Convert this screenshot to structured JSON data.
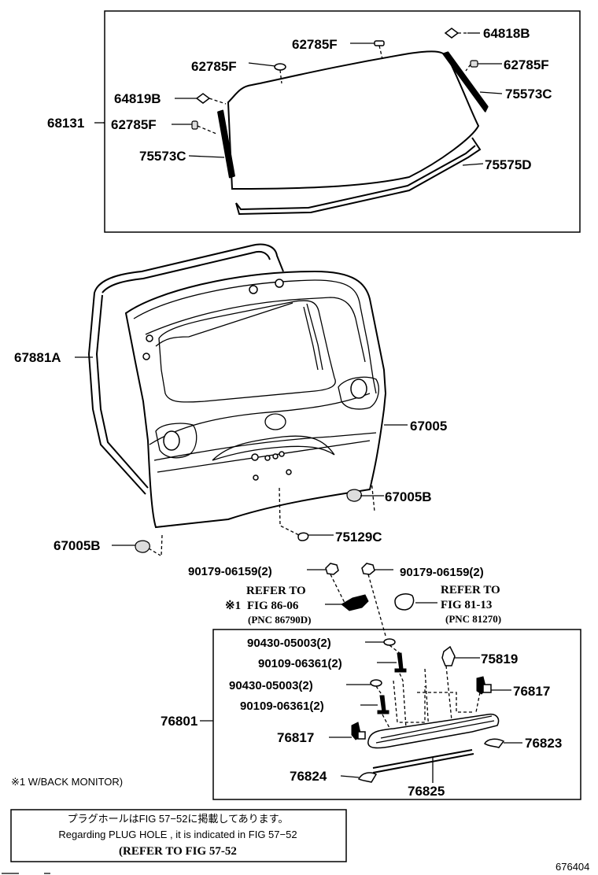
{
  "top_box": {
    "labels": {
      "glass_assy": "68131",
      "clip_top": "62785F",
      "clip_left_top": "62785F",
      "clip_right": "62785F",
      "clip_left": "62785F",
      "stopper_right": "64818B",
      "stopper_left": "64819B",
      "molding_right": "75573C",
      "molding_left": "75573C",
      "molding_lower": "75575D"
    }
  },
  "door": {
    "labels": {
      "weatherstrip": "67881A",
      "back_door_panel": "67005",
      "cushion_right": "67005B",
      "cushion_left": "67005B",
      "plug": "75129C"
    }
  },
  "bolt_left": "90179-06159(2)",
  "bolt_right": "90179-06159(2)",
  "refer_left": {
    "line1": "REFER TO",
    "mark": "※1",
    "line2": "FIG 86-06",
    "line3": "(PNC 86790D)"
  },
  "refer_right": {
    "line1": "REFER TO",
    "line2": "FIG 81-13",
    "line3": "(PNC 81270)"
  },
  "lamp_box": {
    "labels": {
      "washer_1": "90430-05003(2)",
      "screw_1": "90109-06361(2)",
      "washer_2": "90430-05003(2)",
      "screw_2": "90109-06361(2)",
      "lamp_assy": "76801",
      "clip_a": "75819",
      "clip_b": "76817",
      "clip_c": "76817",
      "end_cap_right": "76823",
      "end_cap_left": "76824",
      "garnish": "76825"
    }
  },
  "footnote": "※1 W/BACK MONITOR)",
  "plug_note": {
    "jp": "プラグホールはFIG 57−52に掲載してあります。",
    "en": "Regarding  PLUG  HOLE , it is indicated in FIG  57−52",
    "ref": "(REFER  TO  FIG  57-52"
  },
  "figure_id": "676404"
}
